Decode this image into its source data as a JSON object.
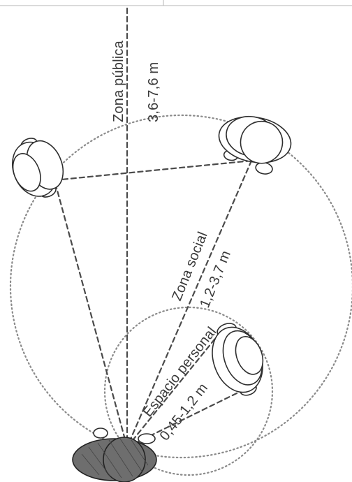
{
  "zones": {
    "public": {
      "name": "Zona pública",
      "distance": "3,6-7,6 m"
    },
    "social": {
      "name": "Zona social",
      "distance": "1,2-3,7 m"
    },
    "personal": {
      "name": "Espacio personal",
      "distance": "0,45-1,2 m"
    }
  },
  "figures": {
    "count": 4,
    "observer": "hatched-dark-figure"
  }
}
